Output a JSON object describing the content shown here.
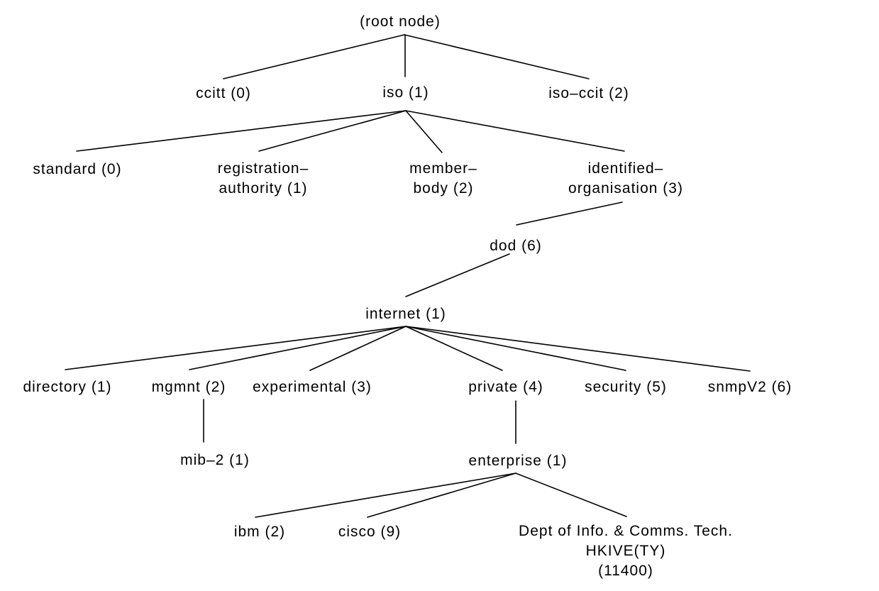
{
  "diagram": {
    "kind": "tree",
    "description": "SNMP MIB object identifier (OID) tree",
    "colors": {
      "background": "#ffffff",
      "text": "#000000",
      "line": "#000000"
    },
    "nodes": {
      "root": {
        "label": "(root node)"
      },
      "ccitt": {
        "label": "ccitt (0)"
      },
      "iso": {
        "label": "iso (1)"
      },
      "iso_ccit": {
        "label": "iso–ccit (2)"
      },
      "standard": {
        "label": "standard (0)"
      },
      "registration_authority": {
        "line1": "registration–",
        "line2": "authority (1)"
      },
      "member_body": {
        "line1": "member–",
        "line2": "body (2)"
      },
      "identified_organisation": {
        "line1": "identified–",
        "line2": "organisation (3)"
      },
      "dod": {
        "label": "dod (6)"
      },
      "internet": {
        "label": "internet (1)"
      },
      "directory": {
        "label": "directory (1)"
      },
      "mgmnt": {
        "label": "mgmnt (2)"
      },
      "experimental": {
        "label": "experimental (3)"
      },
      "private": {
        "label": "private (4)"
      },
      "security": {
        "label": "security (5)"
      },
      "snmpv2": {
        "label": "snmpV2 (6)"
      },
      "mib2": {
        "label": "mib–2 (1)"
      },
      "enterprise": {
        "label": "enterprise (1)"
      },
      "ibm": {
        "label": "ibm (2)"
      },
      "cisco": {
        "label": "cisco (9)"
      },
      "dept": {
        "line1": "Dept of Info. & Comms. Tech.",
        "line2": "HKIVE(TY)",
        "line3": "(11400)"
      }
    },
    "edges": [
      [
        "root",
        "ccitt"
      ],
      [
        "root",
        "iso"
      ],
      [
        "root",
        "iso_ccit"
      ],
      [
        "iso",
        "standard"
      ],
      [
        "iso",
        "registration_authority"
      ],
      [
        "iso",
        "member_body"
      ],
      [
        "iso",
        "identified_organisation"
      ],
      [
        "identified_organisation",
        "dod"
      ],
      [
        "dod",
        "internet"
      ],
      [
        "internet",
        "directory"
      ],
      [
        "internet",
        "mgmnt"
      ],
      [
        "internet",
        "experimental"
      ],
      [
        "internet",
        "private"
      ],
      [
        "internet",
        "security"
      ],
      [
        "internet",
        "snmpv2"
      ],
      [
        "mgmnt",
        "mib2"
      ],
      [
        "private",
        "enterprise"
      ],
      [
        "enterprise",
        "ibm"
      ],
      [
        "enterprise",
        "cisco"
      ],
      [
        "enterprise",
        "dept"
      ]
    ]
  }
}
